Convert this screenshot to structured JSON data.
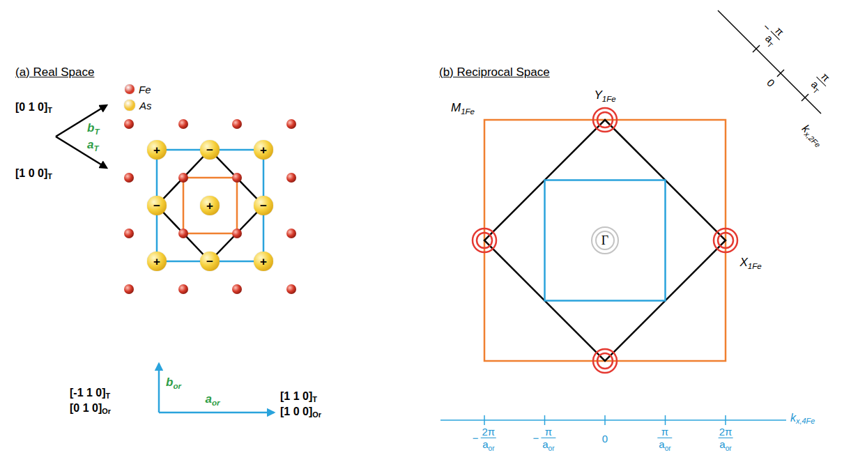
{
  "diagram": {
    "nodes": [
      {
        "text": [
          "+"
        ]
      },
      {
        "text": [
          "−"
        ]
      },
      {
        "text": [
          "+"
        ]
      },
      {
        "text": [
          "−"
        ]
      },
      {
        "text": [
          "+"
        ]
      },
      {
        "text": [
          "−"
        ]
      },
      {
        "text": [
          "+"
        ]
      },
      {
        "text": [
          "−"
        ]
      },
      {
        "text": [
          "+"
        ]
      },
      {
        "text": [
          "Γ"
        ]
      }
    ],
    "labels": [
      "(a) Real Space",
      "(b) Reciprocal Space",
      "[0 1 0]",
      "T",
      "b",
      "T",
      "a",
      "T",
      "[1 0 0]",
      "T",
      "b",
      "or",
      "[-1 1 0]",
      "T",
      "[0 1 0]",
      "Or",
      "a",
      "or",
      "[1 1 0]",
      "T",
      "[1 0 0]",
      "Or",
      "M",
      "1Fe",
      "Y",
      "1Fe",
      "X",
      "1Fe",
      "−",
      "π",
      "a",
      "T",
      "0",
      "π",
      "a",
      "T",
      "k",
      "x,2Fe",
      "−",
      "2π",
      "a",
      "or",
      "−",
      "π",
      "a",
      "or",
      "0",
      "π",
      "a",
      "or",
      "2π",
      "a",
      "or",
      "k",
      "x,4Fe"
    ],
    "legend": [
      {
        "text": "Fe",
        "color": "#d63a2a"
      },
      {
        "text": "As",
        "color": "#f2c12e"
      }
    ]
  }
}
